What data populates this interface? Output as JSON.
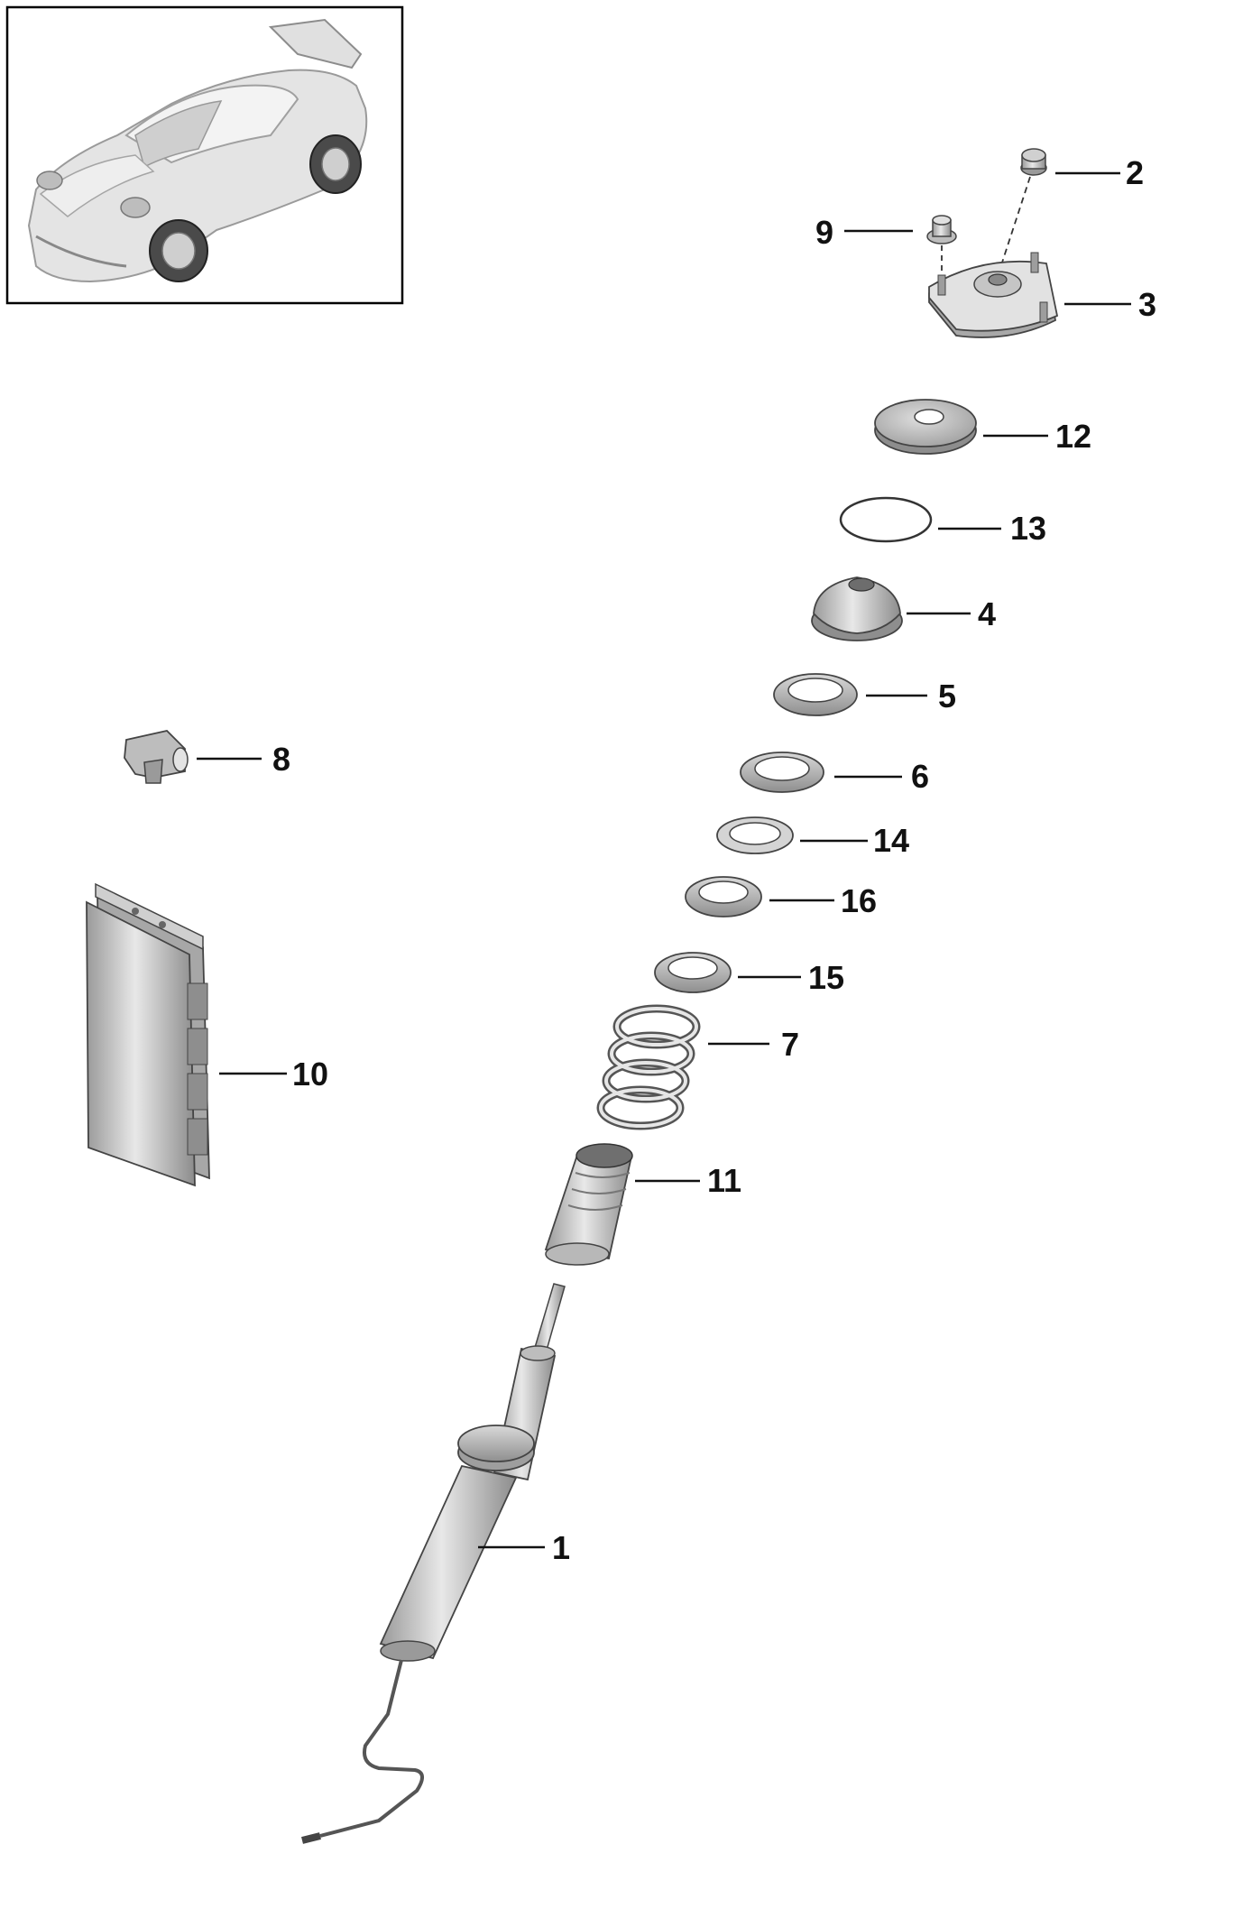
{
  "diagram": {
    "part_labels": [
      "1",
      "2",
      "3",
      "4",
      "5",
      "6",
      "7",
      "8",
      "9",
      "10",
      "11",
      "12",
      "13",
      "14",
      "15",
      "16"
    ]
  },
  "colors": {
    "ink": "#111111",
    "part_light": "#e6e6e6",
    "part_mid": "#bdbdbd",
    "part_dark": "#8a8a8a",
    "frame": "#000000"
  },
  "icons": {
    "vehicle_thumbnail": "sports-car-icon"
  }
}
